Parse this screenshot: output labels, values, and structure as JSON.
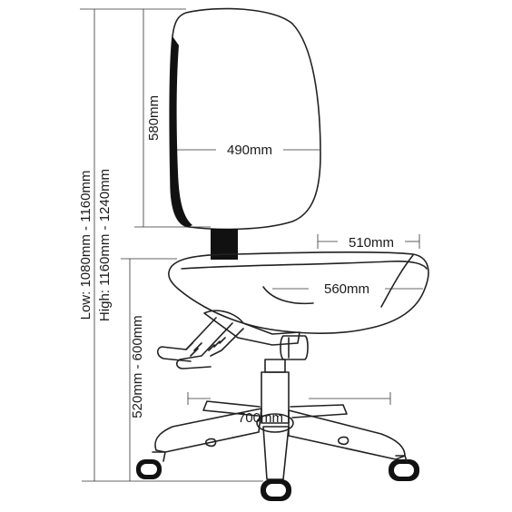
{
  "dimensions": {
    "back_height": "580mm",
    "back_width": "490mm",
    "seat_depth": "510mm",
    "seat_width": "560mm",
    "base_width": "700mm",
    "overall_height_low": "Low: 1080mm - 1160mm",
    "overall_height_high": "High: 1160mm - 1240mm",
    "seat_height": "520mm - 600mm"
  },
  "colors": {
    "line": "#222222",
    "backrest_edge": "#111111",
    "background": "#ffffff"
  }
}
